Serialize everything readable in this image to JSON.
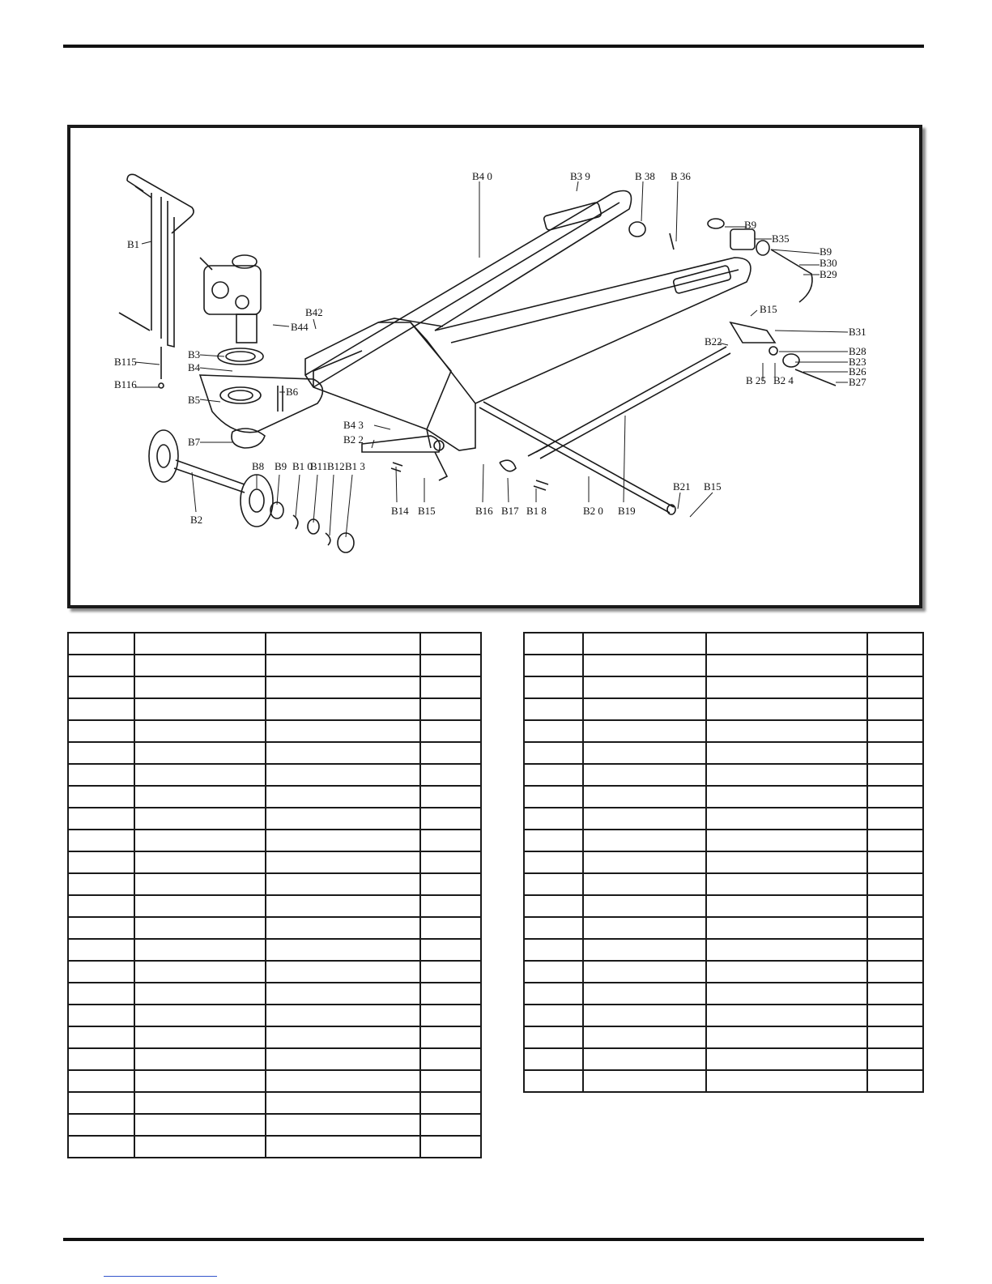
{
  "callouts": [
    {
      "id": "b40",
      "text": "B4 0"
    },
    {
      "id": "b39",
      "text": "B3 9"
    },
    {
      "id": "b38",
      "text": "B 38"
    },
    {
      "id": "b36",
      "text": "B 36"
    },
    {
      "id": "b9a",
      "text": "B9"
    },
    {
      "id": "b35",
      "text": "B35"
    },
    {
      "id": "b9b",
      "text": "B9"
    },
    {
      "id": "b30",
      "text": "B30"
    },
    {
      "id": "b29",
      "text": "B29"
    },
    {
      "id": "b1",
      "text": "B1"
    },
    {
      "id": "b42",
      "text": "B42"
    },
    {
      "id": "b44",
      "text": "B44"
    },
    {
      "id": "b15a",
      "text": "B15"
    },
    {
      "id": "b31",
      "text": "B31"
    },
    {
      "id": "b22a",
      "text": "B22"
    },
    {
      "id": "b28",
      "text": "B28"
    },
    {
      "id": "b23",
      "text": "B23"
    },
    {
      "id": "b26",
      "text": "B26"
    },
    {
      "id": "b27",
      "text": "B27"
    },
    {
      "id": "b25",
      "text": "B 25"
    },
    {
      "id": "b24",
      "text": "B2 4"
    },
    {
      "id": "b115",
      "text": "B115"
    },
    {
      "id": "b116",
      "text": "B116"
    },
    {
      "id": "b3",
      "text": "B3"
    },
    {
      "id": "b4",
      "text": "B4"
    },
    {
      "id": "b6",
      "text": "B6"
    },
    {
      "id": "b5",
      "text": "B5"
    },
    {
      "id": "b43",
      "text": "B4 3"
    },
    {
      "id": "b22b",
      "text": "B2 2"
    },
    {
      "id": "b7",
      "text": "B7"
    },
    {
      "id": "b8",
      "text": "B8"
    },
    {
      "id": "b9c",
      "text": "B9"
    },
    {
      "id": "b10",
      "text": "B1 0"
    },
    {
      "id": "b11",
      "text": "B11"
    },
    {
      "id": "b12",
      "text": "B12"
    },
    {
      "id": "b13",
      "text": "B1 3"
    },
    {
      "id": "b2",
      "text": "B2"
    },
    {
      "id": "b14",
      "text": "B14"
    },
    {
      "id": "b15b",
      "text": "B15"
    },
    {
      "id": "b16",
      "text": "B16"
    },
    {
      "id": "b17",
      "text": "B17"
    },
    {
      "id": "b18",
      "text": "B1 8"
    },
    {
      "id": "b20",
      "text": "B2 0"
    },
    {
      "id": "b19",
      "text": "B19"
    },
    {
      "id": "b21",
      "text": "B21"
    },
    {
      "id": "b15c",
      "text": "B15"
    }
  ],
  "left_table_rows": 24,
  "right_table_rows": 21,
  "colors": {
    "ink": "#111111",
    "frame": "#1a1a1a",
    "shadow": "#8a8a8a"
  }
}
